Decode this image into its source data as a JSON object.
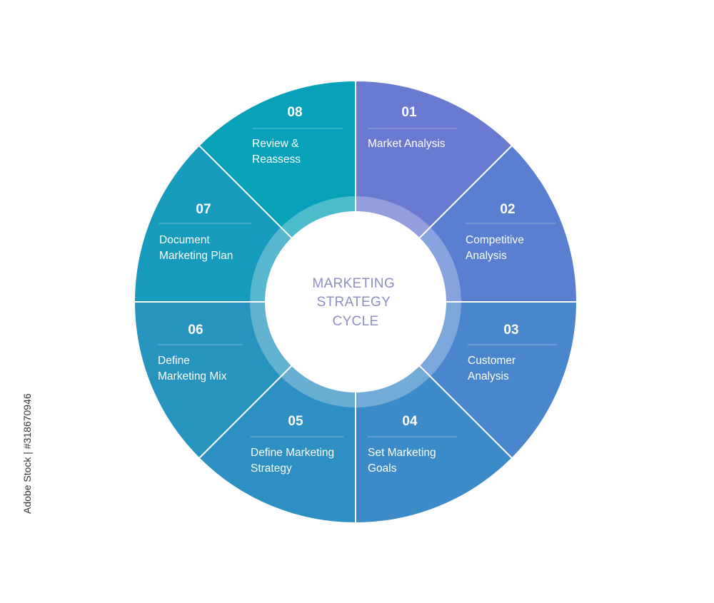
{
  "center": {
    "lines": [
      "MARKETING",
      "STRATEGY",
      "CYCLE"
    ]
  },
  "segments": [
    {
      "number": "01",
      "lines": [
        "Market Analysis"
      ],
      "color": "#6a7ad0"
    },
    {
      "number": "02",
      "lines": [
        "Competitive",
        "Analysis"
      ],
      "color": "#5a7fd0"
    },
    {
      "number": "03",
      "lines": [
        "Customer",
        "Analysis"
      ],
      "color": "#4a86cc"
    },
    {
      "number": "04",
      "lines": [
        "Set Marketing",
        "Goals"
      ],
      "color": "#3b8bc8"
    },
    {
      "number": "05",
      "lines": [
        "Define Marketing",
        "Strategy"
      ],
      "color": "#2e8fc2"
    },
    {
      "number": "06",
      "lines": [
        "Define",
        "Marketing Mix"
      ],
      "color": "#2794bf"
    },
    {
      "number": "07",
      "lines": [
        "Document",
        "Marketing Plan"
      ],
      "color": "#179bbd"
    },
    {
      "number": "08",
      "lines": [
        "Review &",
        "Reassess"
      ],
      "color": "#07a2ba"
    }
  ],
  "watermark": "Adobe Stock | #318670946"
}
